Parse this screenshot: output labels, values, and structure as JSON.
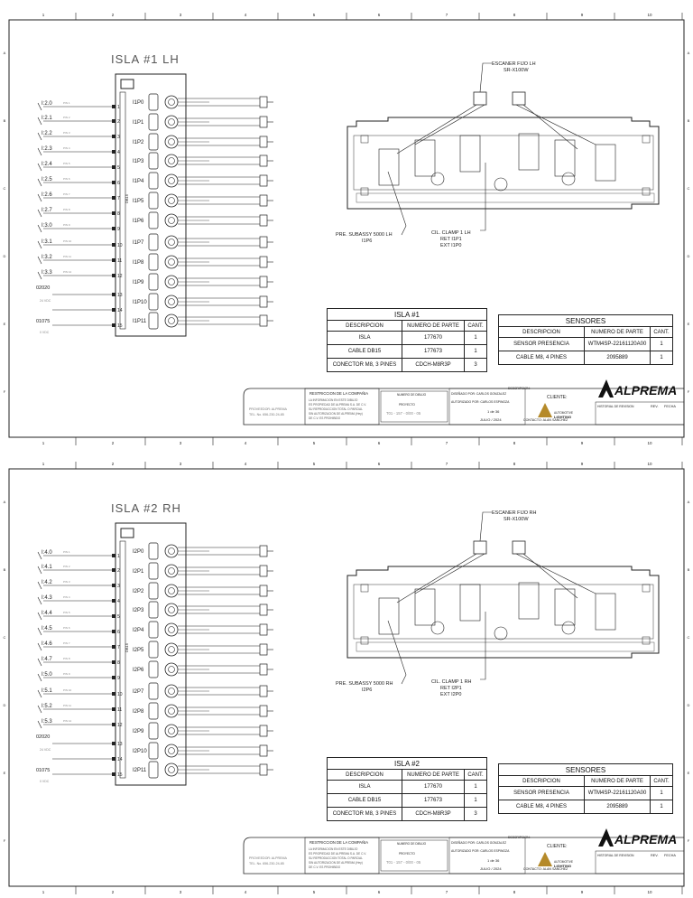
{
  "sheets": [
    {
      "title": "ISLA  #1  LH",
      "inputs": [
        "I:2.0",
        "I:2.1",
        "I:2.2",
        "I:2.3",
        "I:2.4",
        "I:2.5",
        "I:2.6",
        "I:2.7",
        "I:3.0",
        "I:3.1",
        "I:3.2",
        "I:3.3"
      ],
      "power_top": "02020",
      "power_bottom": "01075",
      "ports": [
        "I1P0",
        "I1P1",
        "I1P2",
        "I1P3",
        "I1P4",
        "I1P5",
        "I1P6",
        "I1P7",
        "I1P8",
        "I1P9",
        "I1P10",
        "I1P11"
      ],
      "callout_scanner": [
        "ESCANER FIJO LH",
        "SR-X100W"
      ],
      "callout_clamp": [
        "CIL. CLAMP 1 LH",
        "RET   I1P1",
        "EXT   I1P0"
      ],
      "callout_presence": [
        "PRE. SUBASSY 5000 LH",
        "I1P6"
      ],
      "isla_table": {
        "title": "ISLA #1",
        "headers": [
          "DESCRIPCION",
          "NUMERO DE PARTE",
          "CANT."
        ],
        "rows": [
          [
            "ISLA",
            "177670",
            "1"
          ],
          [
            "CABLE DB15",
            "177673",
            "1"
          ],
          [
            "CONECTOR M8, 3 PINES",
            "CDCH-M8R3P",
            "3"
          ]
        ]
      },
      "sensor_table": {
        "title": "SENSORES",
        "headers": [
          "DESCRIPCION",
          "NUMERO DE PARTE",
          "CANT."
        ],
        "rows": [
          [
            "SENSOR PRESENCIA",
            "WTM4SP-22161120A00",
            "1"
          ],
          [
            "CABLE M8, 4 PINES",
            "2095889",
            "1"
          ]
        ]
      }
    },
    {
      "title": "ISLA  #2  RH",
      "inputs": [
        "I:4.0",
        "I:4.1",
        "I:4.2",
        "I:4.3",
        "I:4.4",
        "I:4.5",
        "I:4.6",
        "I:4.7",
        "I:5.0",
        "I:5.1",
        "I:5.2",
        "I:5.3"
      ],
      "power_top": "02020",
      "power_bottom": "01075",
      "ports": [
        "I2P0",
        "I2P1",
        "I2P2",
        "I2P3",
        "I2P4",
        "I2P5",
        "I2P6",
        "I2P7",
        "I2P8",
        "I2P9",
        "I2P10",
        "I2P11"
      ],
      "callout_scanner": [
        "ESCANER FIJO RH",
        "SR-X100W"
      ],
      "callout_clamp": [
        "CIL. CLAMP 1 RH",
        "RET   I2P1",
        "EXT   I2P0"
      ],
      "callout_presence": [
        "PRE. SUBASSY 5000 RH",
        "I2P6"
      ],
      "isla_table": {
        "title": "ISLA #2",
        "headers": [
          "DESCRIPCION",
          "NUMERO DE PARTE",
          "CANT."
        ],
        "rows": [
          [
            "ISLA",
            "177670",
            "1"
          ],
          [
            "CABLE DB15",
            "177673",
            "1"
          ],
          [
            "CONECTOR M8, 3 PINES",
            "CDCH-M8R3P",
            "3"
          ]
        ]
      },
      "sensor_table": {
        "title": "SENSORES",
        "headers": [
          "DESCRIPCION",
          "NUMERO DE PARTE",
          "CANT."
        ],
        "rows": [
          [
            "SENSOR PRESENCIA",
            "WTM4SP-22161120A00",
            "1"
          ],
          [
            "CABLE M8, 4 PINES",
            "2095889",
            "1"
          ]
        ]
      }
    }
  ],
  "border_columns": [
    "1",
    "2",
    "3",
    "4",
    "5",
    "6",
    "7",
    "8",
    "9",
    "10"
  ],
  "border_rows": [
    "A",
    "B",
    "C",
    "D",
    "E",
    "F"
  ],
  "title_block": {
    "restriction_title": "RESTRICCION DE LA COMPAÑIA",
    "restriction_text": [
      "LA INFORMACION EN ESTE DIBUJO",
      "ES PROPIEDAD DE ALPREMA S.A. DE C.V.",
      "SU REPRODUCCION TOTAL O PARCIAL",
      "SIN AUTORIZACION DE ALPREMA (Hey)",
      "DE C.V. ES PROHIBIDO"
    ],
    "provider": [
      "PROVEEDOR:      ALPREMA",
      "TEL. No.   656-230-24-85"
    ],
    "drawing_number_label": "NUMERO DE DIBUJO",
    "project_label": "PROYECTO",
    "project_value": "T01 - 157 - 0/00 - 05",
    "designed_label": "DISEÑADO POR:",
    "designed_value": "CARLOS GONZALEZ",
    "authorized_label": "AUTORIZADO POR:",
    "authorized_value": "CARLOS ESPINOZA",
    "sheet_label": "1 de 36",
    "date_value": "JULIO / 2024",
    "contact_label": "CONTACTO:",
    "contact_value": "ALAN SANCHEZ",
    "description_label": "DESCRIPCION:",
    "client_label": "CLIENTE:",
    "client_logo": [
      "AUTOMOTIVE",
      "LIGHTING"
    ],
    "history_headers": [
      "HISTORIAL DE REVISION",
      "REV.",
      "FECHA"
    ],
    "brand": "ALPREMA"
  },
  "colors": {
    "line": "#222222",
    "paper": "#ffffff",
    "faint": "#666666"
  }
}
